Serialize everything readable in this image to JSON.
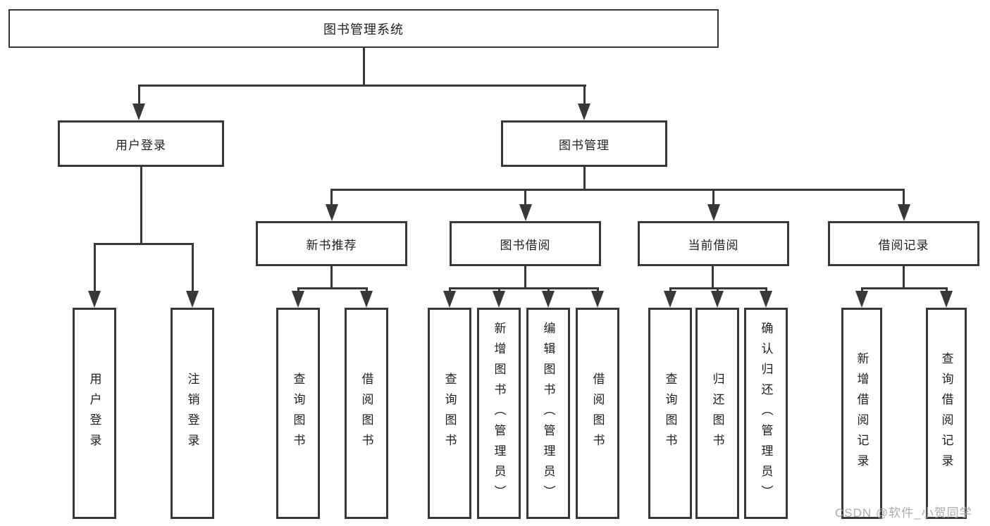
{
  "diagram_type": "hierarchy-tree",
  "tree": {
    "label": "图书管理系统",
    "children": [
      {
        "label": "用户登录",
        "children": [
          {
            "label": "用户登录"
          },
          {
            "label": "注销登录"
          }
        ]
      },
      {
        "label": "图书管理",
        "children": [
          {
            "label": "新书推荐",
            "children": [
              {
                "label": "查询图书"
              },
              {
                "label": "借阅图书"
              }
            ]
          },
          {
            "label": "图书借阅",
            "children": [
              {
                "label": "查询图书"
              },
              {
                "label": "新增图书（管理员）"
              },
              {
                "label": "编辑图书（管理员）"
              },
              {
                "label": "借阅图书"
              }
            ]
          },
          {
            "label": "当前借阅",
            "children": [
              {
                "label": "查询图书"
              },
              {
                "label": "归还图书"
              },
              {
                "label": "确认归还（管理员）"
              }
            ]
          },
          {
            "label": "借阅记录",
            "children": [
              {
                "label": "新增借阅记录"
              },
              {
                "label": "查询借阅记录"
              }
            ]
          }
        ]
      }
    ]
  },
  "watermark": {
    "text": "CSDN @软件_小贺同学"
  },
  "colors": {
    "line": "#383838",
    "text": "#1f1f1f",
    "background": "#ffffff",
    "watermark": "#a3a3a8"
  }
}
